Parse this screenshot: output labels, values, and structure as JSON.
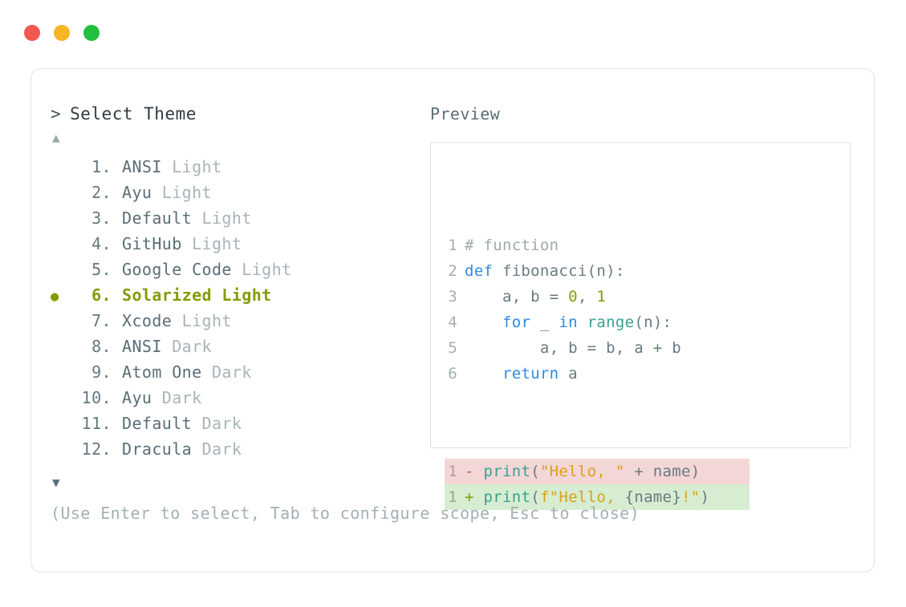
{
  "window": {
    "dots": [
      {
        "name": "close",
        "color": "#f25750"
      },
      {
        "name": "minimize",
        "color": "#f5b526"
      },
      {
        "name": "zoom",
        "color": "#23bf3e"
      }
    ]
  },
  "selector": {
    "caret": ">",
    "title": "Select Theme",
    "scroll_up_glyph": "▲",
    "scroll_down_glyph": "▼",
    "selected_index": 6,
    "selected_bullet": "●",
    "accent_color": "#869a07",
    "items": [
      {
        "number": "1.",
        "name": "ANSI",
        "variant": "Light",
        "selected": false
      },
      {
        "number": "2.",
        "name": "Ayu",
        "variant": "Light",
        "selected": false
      },
      {
        "number": "3.",
        "name": "Default",
        "variant": "Light",
        "selected": false
      },
      {
        "number": "4.",
        "name": "GitHub",
        "variant": "Light",
        "selected": false
      },
      {
        "number": "5.",
        "name": "Google Code",
        "variant": "Light",
        "selected": false
      },
      {
        "number": "6.",
        "name": "Solarized",
        "variant": "Light",
        "selected": true
      },
      {
        "number": "7.",
        "name": "Xcode",
        "variant": "Light",
        "selected": false
      },
      {
        "number": "8.",
        "name": "ANSI",
        "variant": "Dark",
        "selected": false
      },
      {
        "number": "9.",
        "name": "Atom One",
        "variant": "Dark",
        "selected": false
      },
      {
        "number": "10.",
        "name": "Ayu",
        "variant": "Dark",
        "selected": false
      },
      {
        "number": "11.",
        "name": "Default",
        "variant": "Dark",
        "selected": false
      },
      {
        "number": "12.",
        "name": "Dracula",
        "variant": "Dark",
        "selected": false
      }
    ]
  },
  "preview": {
    "label": "Preview",
    "code_lines": [
      {
        "gutter": "1",
        "tokens": [
          {
            "t": "# function",
            "c": "tok-comment"
          }
        ]
      },
      {
        "gutter": "2",
        "tokens": [
          {
            "t": "def",
            "c": "tok-kw"
          },
          {
            "t": " fibonacci(n):",
            "c": "tok-plain"
          }
        ]
      },
      {
        "gutter": "3",
        "tokens": [
          {
            "t": "    a, b = ",
            "c": "tok-plain"
          },
          {
            "t": "0",
            "c": "tok-num"
          },
          {
            "t": ", ",
            "c": "tok-plain"
          },
          {
            "t": "1",
            "c": "tok-num"
          }
        ]
      },
      {
        "gutter": "4",
        "tokens": [
          {
            "t": "    ",
            "c": "tok-plain"
          },
          {
            "t": "for",
            "c": "tok-kw"
          },
          {
            "t": " _ ",
            "c": "tok-plain"
          },
          {
            "t": "in",
            "c": "tok-kw"
          },
          {
            "t": " ",
            "c": "tok-plain"
          },
          {
            "t": "range",
            "c": "tok-builtin"
          },
          {
            "t": "(n):",
            "c": "tok-plain"
          }
        ]
      },
      {
        "gutter": "5",
        "tokens": [
          {
            "t": "        a, b = b, a + b",
            "c": "tok-plain"
          }
        ]
      },
      {
        "gutter": "6",
        "tokens": [
          {
            "t": "    ",
            "c": "tok-plain"
          },
          {
            "t": "return",
            "c": "tok-kw"
          },
          {
            "t": " a",
            "c": "tok-plain"
          }
        ]
      }
    ],
    "diff_lines": [
      {
        "kind": "del",
        "gutter": "1",
        "sign": "-",
        "tokens": [
          {
            "t": "print",
            "c": "tok-builtin"
          },
          {
            "t": "(",
            "c": "tok-punct"
          },
          {
            "t": "\"Hello, \"",
            "c": "tok-str"
          },
          {
            "t": " + name)",
            "c": "tok-plain"
          }
        ]
      },
      {
        "kind": "add",
        "gutter": "1",
        "sign": "+",
        "tokens": [
          {
            "t": "print",
            "c": "tok-builtin"
          },
          {
            "t": "(",
            "c": "tok-punct"
          },
          {
            "t": "f\"Hello, ",
            "c": "tok-str"
          },
          {
            "t": "{name}",
            "c": "tok-plain"
          },
          {
            "t": "!\"",
            "c": "tok-str"
          },
          {
            "t": ")",
            "c": "tok-punct"
          }
        ]
      }
    ],
    "diff_del_bg": "#f3d6d6",
    "diff_add_bg": "#d6edd1"
  },
  "footer": {
    "hint": "(Use Enter to select, Tab to configure scope, Esc to close)"
  }
}
